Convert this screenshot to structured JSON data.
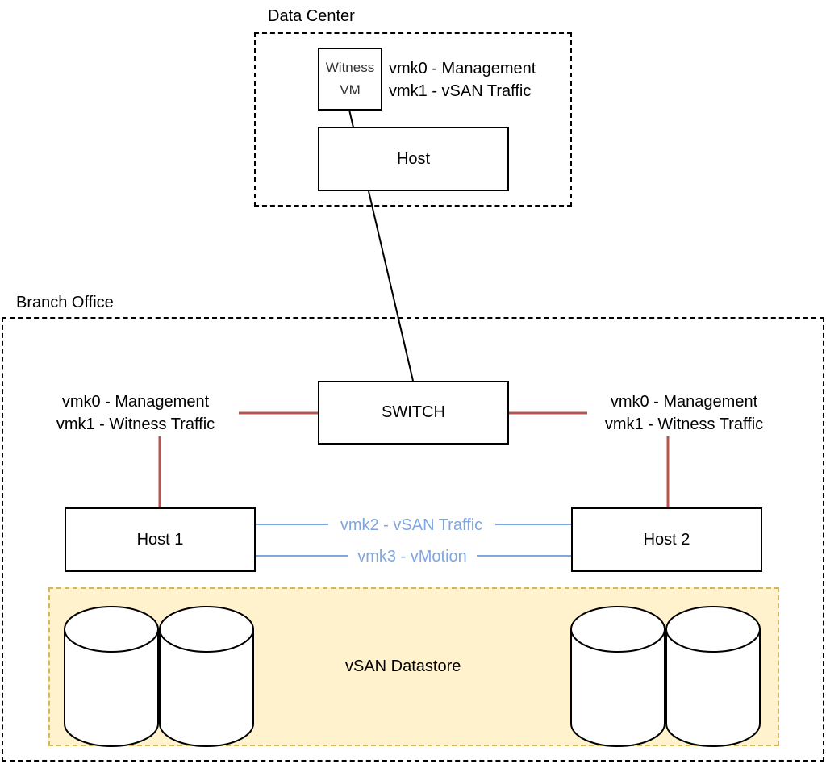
{
  "data_center": {
    "label": "Data Center",
    "witness_vm": {
      "line1": "Witness",
      "line2": "VM"
    },
    "witness_nics": {
      "line1": "vmk0 - Management",
      "line2": "vmk1 - vSAN Traffic"
    },
    "host_label": "Host"
  },
  "branch_office": {
    "label": "Branch Office",
    "switch_label": "SWITCH",
    "left_nics": {
      "line1": "vmk0 - Management",
      "line2": "vmk1 - Witness Traffic"
    },
    "right_nics": {
      "line1": "vmk0 - Management",
      "line2": "vmk1 - Witness Traffic"
    },
    "host1_label": "Host 1",
    "host2_label": "Host 2",
    "vsan_link_label": "vmk2 - vSAN Traffic",
    "vmotion_link_label": "vmk3 - vMotion",
    "datastore_label": "vSAN Datastore"
  },
  "colors": {
    "management_link": "#b85450",
    "host_link": "#7ea6e0",
    "datastore_fill": "#fff2cc",
    "datastore_border": "#d6b656"
  }
}
